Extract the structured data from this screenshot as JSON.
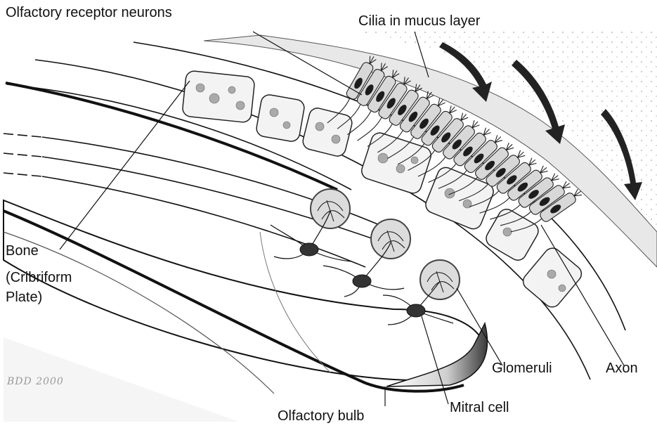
{
  "labels": {
    "olfactory_receptor_neurons": "Olfactory receptor neurons",
    "cilia_in_mucus_layer": "Cilia in mucus layer",
    "bone": "Bone",
    "cribriform_line1": "(Cribriform",
    "cribriform_line2": "Plate)",
    "glomeruli": "Glomeruli",
    "axon": "Axon",
    "mitral_cell": "Mitral cell",
    "olfactory_bulb": "Olfactory bulb"
  },
  "signature": "BDD 2000",
  "colors": {
    "line": "#111111",
    "mucus": "#e6e6e6",
    "bone": "#f4f4f4",
    "neuron": "#2a2a2a",
    "glomerulus": "#d9d9d9"
  }
}
